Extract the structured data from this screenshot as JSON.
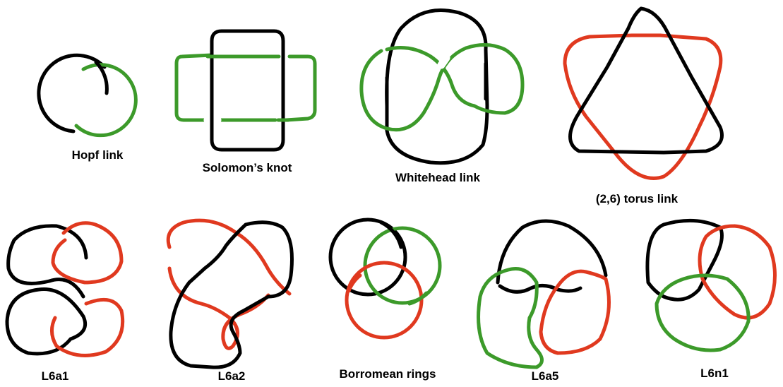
{
  "colors": {
    "black": "#000000",
    "green": "#3c9a2a",
    "red": "#e0391f",
    "marker": "#1010ee"
  },
  "labels": {
    "hopf": "Hopf link",
    "solomon": "Solomon’s knot",
    "whitehead": "Whitehead link",
    "torus": "(2,6) torus link",
    "l6a1": "L6a1",
    "l6a2": "L6a2",
    "borromean": "Borromean rings",
    "l6a5": "L6a5",
    "l6n1": "L6n1"
  }
}
